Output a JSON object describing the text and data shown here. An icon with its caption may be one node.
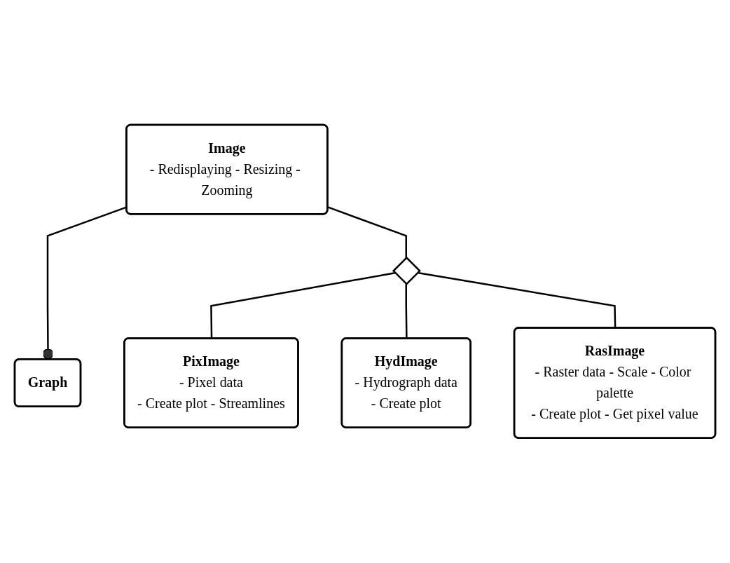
{
  "diagram": {
    "nodes": [
      {
        "text": [
          "Image",
          "- Redisplaying - Resizing - Zooming"
        ]
      },
      {
        "text": [
          "Graph"
        ]
      },
      {
        "text": [],
        "shape": "diamond"
      },
      {
        "text": [
          "PixImage",
          "- Pixel data",
          "- Create plot - Streamlines"
        ]
      },
      {
        "text": [
          "HydImage",
          "- Hydrograph data",
          "- Create plot"
        ]
      },
      {
        "text": [
          "RasImage",
          "- Raster data - Scale - Color palette",
          "- Create plot - Get pixel value"
        ]
      }
    ],
    "edges": [
      {
        "from": 0,
        "to": 1,
        "arrow": "other"
      },
      {
        "from": 0,
        "to": 2,
        "arrow": "none"
      },
      {
        "from": 2,
        "to": 3,
        "arrow": "none"
      },
      {
        "from": 2,
        "to": 4,
        "arrow": "none"
      },
      {
        "from": 2,
        "to": 5,
        "arrow": "none"
      }
    ]
  }
}
